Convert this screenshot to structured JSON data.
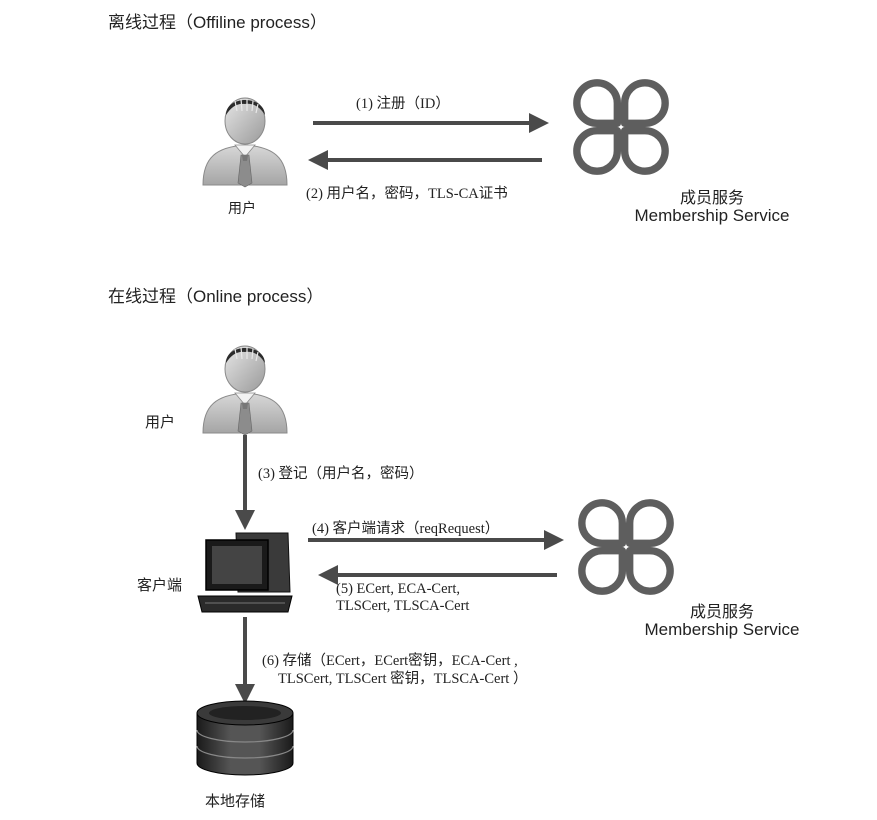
{
  "offline": {
    "title": "离线过程（Offiline process）",
    "user_label": "用户",
    "step1": "(1) 注册（ID）",
    "step2": "(2) 用户名，密码，TLS-CA证书",
    "service_label_cn": "成员服务",
    "service_label_en": "Membership Service"
  },
  "online": {
    "title": "在线过程（Online process）",
    "user_label": "用户",
    "step3": "(3) 登记（用户名，密码）",
    "client_label": "客户端",
    "step4": "(4) 客户端请求（reqRequest）",
    "step5_line1": "(5) ECert, ECA-Cert,",
    "step5_line2": "TLSCert, TLSCA-Cert",
    "step6_line1": "(6) 存储（ECert，ECert密钥，ECA-Cert ,",
    "step6_line2": "TLSCert, TLSCert 密钥，TLSCA-Cert ）",
    "storage_label": "本地存储",
    "service_label_cn": "成员服务",
    "service_label_en": "Membership Service"
  },
  "colors": {
    "arrow": "#4a4a4a",
    "logo": "#5e5e5e",
    "skin": "#c9c9c9",
    "shirt": "#b9b9b9"
  },
  "icons": [
    "user-icon",
    "membership-service-logo-icon",
    "client-computer-icon",
    "database-icon",
    "arrow-right-icon",
    "arrow-left-icon",
    "arrow-down-icon"
  ]
}
